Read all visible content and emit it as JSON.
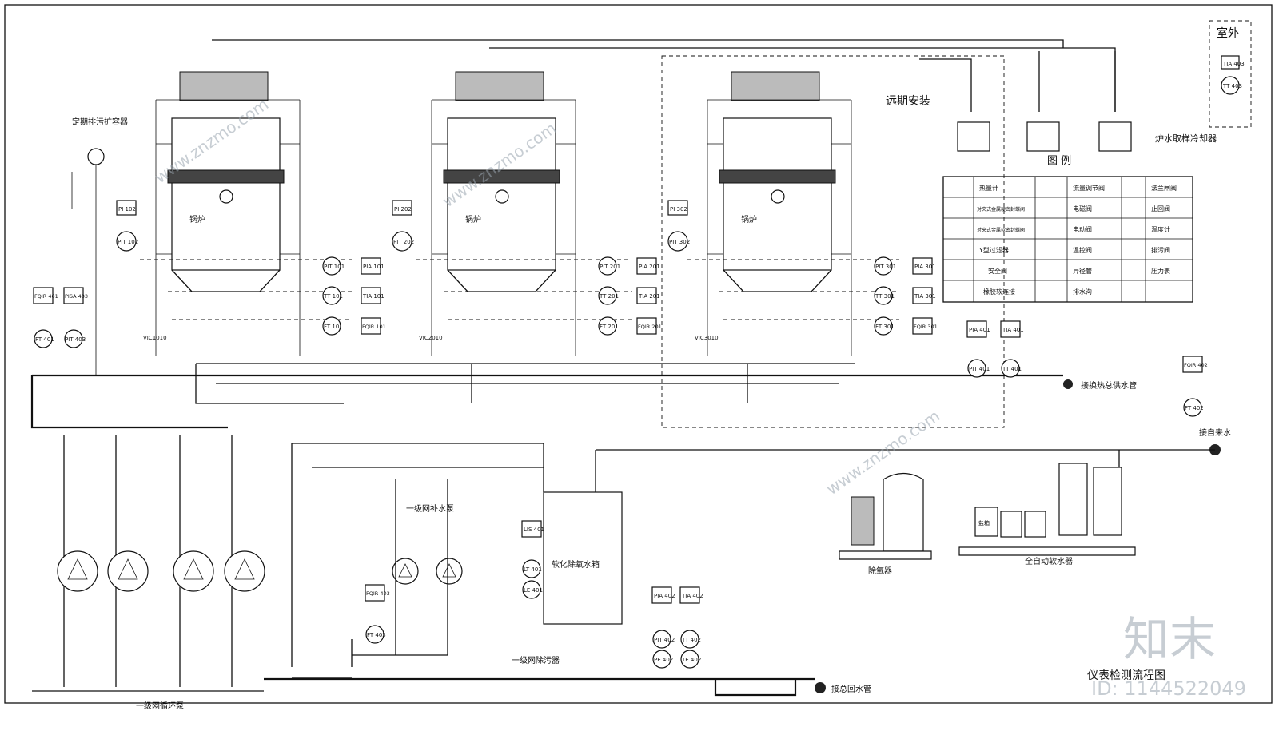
{
  "title": "仪表检测流程图",
  "outdoor_label": "室外",
  "future_install_label": "远期安装",
  "boilers": [
    {
      "name": "锅炉",
      "pit": "PIT 102",
      "pi": "PI 102",
      "vic": "VIC1010",
      "pit_row": "PIT 101",
      "pia": "PIA 101",
      "tt": "TT 101",
      "tia": "TIA 101",
      "ft": "FT 101",
      "fqir": "FQIR 101"
    },
    {
      "name": "锅炉",
      "pit": "PIT 202",
      "pi": "PI 202",
      "vic": "VIC2010",
      "pit_row": "PIT 201",
      "pia": "PIA 201",
      "tt": "TT 201",
      "tia": "TIA 201",
      "ft": "FT 201",
      "fqir": "FQIR 201"
    },
    {
      "name": "锅炉",
      "pit": "PIT 302",
      "pi": "PI 302",
      "vic": "VIC3010",
      "pit_row": "PIT 301",
      "pia": "PIA 301",
      "tt": "TT 301",
      "tia": "TIA 301",
      "ft": "FT 301",
      "fqir": "FQIR 301"
    }
  ],
  "left_instruments": {
    "fqir": "FQIR 401",
    "pisa": "PISA 403",
    "ft": "FT 401",
    "pit": "PIT 403",
    "flash_tank": "定期排污扩容器"
  },
  "right_instruments": {
    "pia": "PIA 401",
    "tia": "TIA 401",
    "pit": "PIT 401",
    "tt": "TT 401",
    "fqir": "FQIR 402",
    "ft": "FT 402",
    "tt_out": "TT 403",
    "tia_out": "TIA 403"
  },
  "legend": {
    "title": "图 例",
    "items": [
      [
        "热量计",
        "流量调节阀",
        "法兰闸阀"
      ],
      [
        "对夹式金属硬密封蝶阀",
        "电磁阀",
        "止回阀"
      ],
      [
        "对夹式金属软密封蝶阀",
        "电动阀",
        "温度计"
      ],
      [
        "Y型过滤器",
        "温控阀",
        "排污阀"
      ],
      [
        "安全阀",
        "异径管",
        "压力表"
      ],
      [
        "橡胶软连接",
        "排水沟",
        ""
      ]
    ]
  },
  "equipment": {
    "cooler": "炉水取样冷却器",
    "pump_group_1": "一级网循环泵",
    "pump_group_2": "一级网补水泵",
    "dirt_sep": "一级网除污器",
    "softened_tank": "软化除氧水箱",
    "deaerator": "除氧器",
    "softener": "全自动软水器",
    "salt_tank": "盐箱",
    "to_supply": "接换热总供水管",
    "to_return": "接总回水管",
    "from_tap": "接自来水"
  },
  "tank_instruments": {
    "lis": "LIS 401",
    "lt": "LT 401",
    "le": "LE 401",
    "fqir": "FQIR 403",
    "ft": "FT 403"
  },
  "bottom_instruments": {
    "pia": "PIA 402",
    "tia": "TIA 402",
    "pit": "PIT 402",
    "tt": "TT 402",
    "pe": "PE 402",
    "te": "TE 402"
  },
  "watermark": {
    "brand": "知末",
    "id": "ID: 1144522049",
    "site": "www.znzmo.com"
  }
}
